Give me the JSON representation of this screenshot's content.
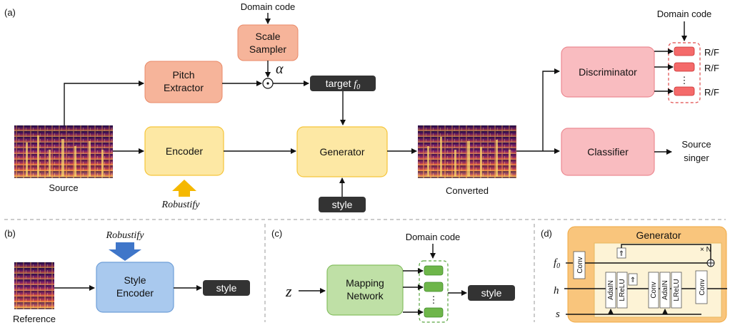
{
  "panels": {
    "a": "(a)",
    "b": "(b)",
    "c": "(c)",
    "d": "(d)"
  },
  "colors": {
    "orange_box": "#f6b49a",
    "yellow_box": "#fde8a4",
    "pink_box": "#f9bcc0",
    "blue_box": "#a9c9ee",
    "green_box": "#bfe0a6",
    "dark_label": "#333333",
    "generator_bg": "#f9c57c"
  },
  "a": {
    "domain_code_top": "Domain code",
    "scale_sampler": [
      "Scale",
      "Sampler"
    ],
    "alpha": "α",
    "pitch_extractor": [
      "Pitch",
      "Extractor"
    ],
    "target_f0_text": "target ",
    "target_f0_f": "f",
    "target_f0_sub": "0",
    "encoder": "Encoder",
    "generator": "Generator",
    "robustify": "Robustify",
    "style": "style",
    "source": "Source",
    "converted": "Converted",
    "discriminator": "Discriminator",
    "classifier": "Classifier",
    "domain_code_right": "Domain code",
    "rf": [
      "R/F",
      "R/F",
      "R/F"
    ],
    "source_singer": [
      "Source",
      "singer"
    ]
  },
  "b": {
    "robustify": "Robustify",
    "style_encoder": [
      "Style",
      "Encoder"
    ],
    "style": "style",
    "reference": "Reference"
  },
  "c": {
    "domain_code": "Domain code",
    "z": "z",
    "mapping_network": [
      "Mapping",
      "Network"
    ],
    "style": "style"
  },
  "d": {
    "title": "Generator",
    "xn": "× N",
    "f0_f": "f",
    "f0_sub": "0",
    "h": "h",
    "s": "s",
    "conv": "Conv",
    "adain": "AdaIN",
    "lrelu": "LReLU"
  }
}
